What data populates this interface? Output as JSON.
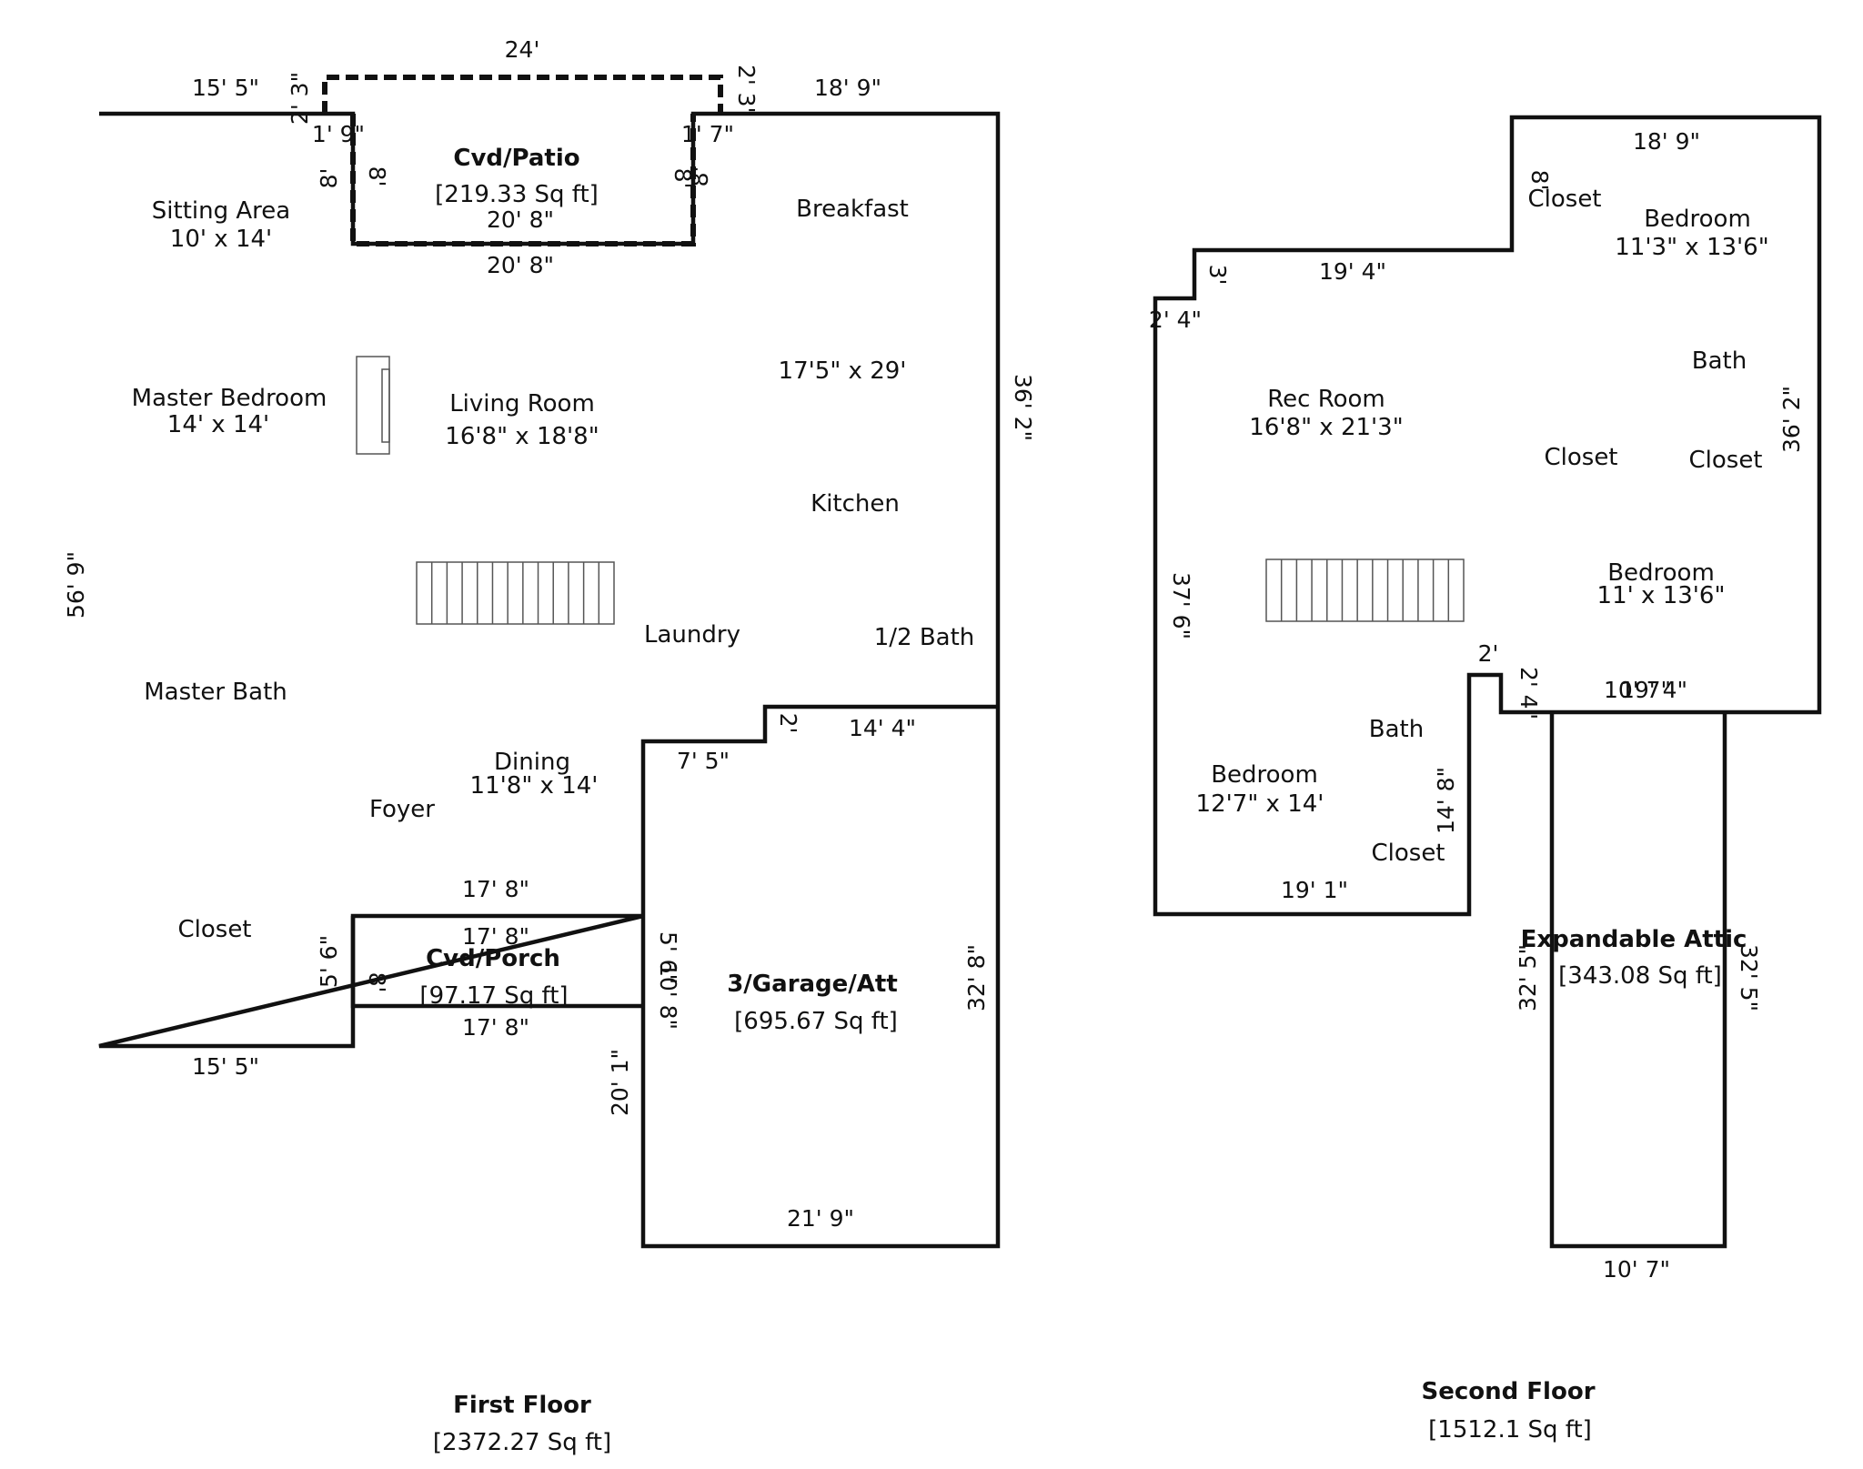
{
  "first_floor": {
    "title": "First Floor",
    "area": "[2372.27 Sq ft]",
    "patio": {
      "label": "Cvd/Patio",
      "area": "[219.33 Sq ft]"
    },
    "porch": {
      "label": "Cvd/Porch",
      "area": "[97.17 Sq ft]"
    },
    "garage": {
      "label": "3/Garage/Att",
      "area": "[695.67 Sq ft]"
    },
    "rooms": {
      "sitting_area": "Sitting Area",
      "sitting_area_size": "10' x 14'",
      "master_bedroom": "Master Bedroom",
      "master_bedroom_size": "14' x 14'",
      "living_room": "Living Room",
      "living_room_size": "16'8\" x 18'8\"",
      "breakfast": "Breakfast",
      "kitchen_size": "17'5\" x 29'",
      "kitchen": "Kitchen",
      "laundry": "Laundry",
      "half_bath": "1/2 Bath",
      "master_bath": "Master Bath",
      "dining": "Dining",
      "dining_size": "11'8\" x 14'",
      "foyer": "Foyer",
      "closet": "Closet"
    },
    "dims": {
      "top_24": "24'",
      "top_left_15_5": "15' 5\"",
      "top_right_18_9": "18' 9\"",
      "patio_2_3_left": "2' 3\"",
      "patio_2_3_right": "2' 3\"",
      "patio_1_9": "1' 9\"",
      "patio_1_7": "1' 7\"",
      "patio_8_a": "8'",
      "patio_8_b": "8'",
      "patio_8_c": "8'",
      "patio_8_d": "8'",
      "patio_20_8_inner": "20' 8\"",
      "patio_20_8_outer": "20' 8\"",
      "right_36_2": "36' 2\"",
      "left_56_9": "56' 9\"",
      "garage_2": "2'",
      "garage_7_5": "7' 5\"",
      "garage_14_4": "14' 4\"",
      "porch_17_8_top": "17' 8\"",
      "porch_17_8_mid": "17' 8\"",
      "porch_17_8_bottom": "17' 8\"",
      "porch_5_6": "5' 6\"",
      "porch_8": "8'",
      "porch_5_6_right": "5' 6\"",
      "porch_10_8": "10' 8\"",
      "garage_32_8": "32' 8\"",
      "bottom_15_5": "15' 5\"",
      "garage_20_1": "20' 1\"",
      "garage_21_9": "21' 9\""
    }
  },
  "second_floor": {
    "title": "Second Floor",
    "area": "[1512.1 Sq ft]",
    "attic": {
      "label": "Expandable Attic",
      "area": "[343.08 Sq ft]"
    },
    "rooms": {
      "closet_top": "Closet",
      "bedroom_1": "Bedroom",
      "bedroom_1_size": "11'3\" x 13'6\"",
      "bath_1": "Bath",
      "rec_room": "Rec Room",
      "rec_room_size": "16'8\" x 21'3\"",
      "closet_mid": "Closet",
      "closet_right": "Closet",
      "bedroom_2": "Bedroom",
      "bedroom_2_size": "11' x 13'6\"",
      "bath_2": "Bath",
      "bedroom_3": "Bedroom",
      "bedroom_3_size": "12'7\" x 14'",
      "closet_bottom": "Closet"
    },
    "dims": {
      "top_18_9": "18' 9\"",
      "closet_8": "8'",
      "step_3": "3'",
      "top_19_4": "19' 4\"",
      "step_2_4": "2' 4\"",
      "right_36_2": "36' 2\"",
      "left_37_6": "37' 6\"",
      "notch_2": "2'",
      "notch_2_4": "2' 4\"",
      "ten_7": "10' 7\"",
      "ten_7_overlap": "19' 4\"",
      "bath_14_8": "14' 8\"",
      "bottom_19_1": "19' 1\"",
      "attic_32_5_left": "32' 5\"",
      "attic_32_5_right": "32' 5\"",
      "attic_10_7": "10' 7\""
    }
  }
}
